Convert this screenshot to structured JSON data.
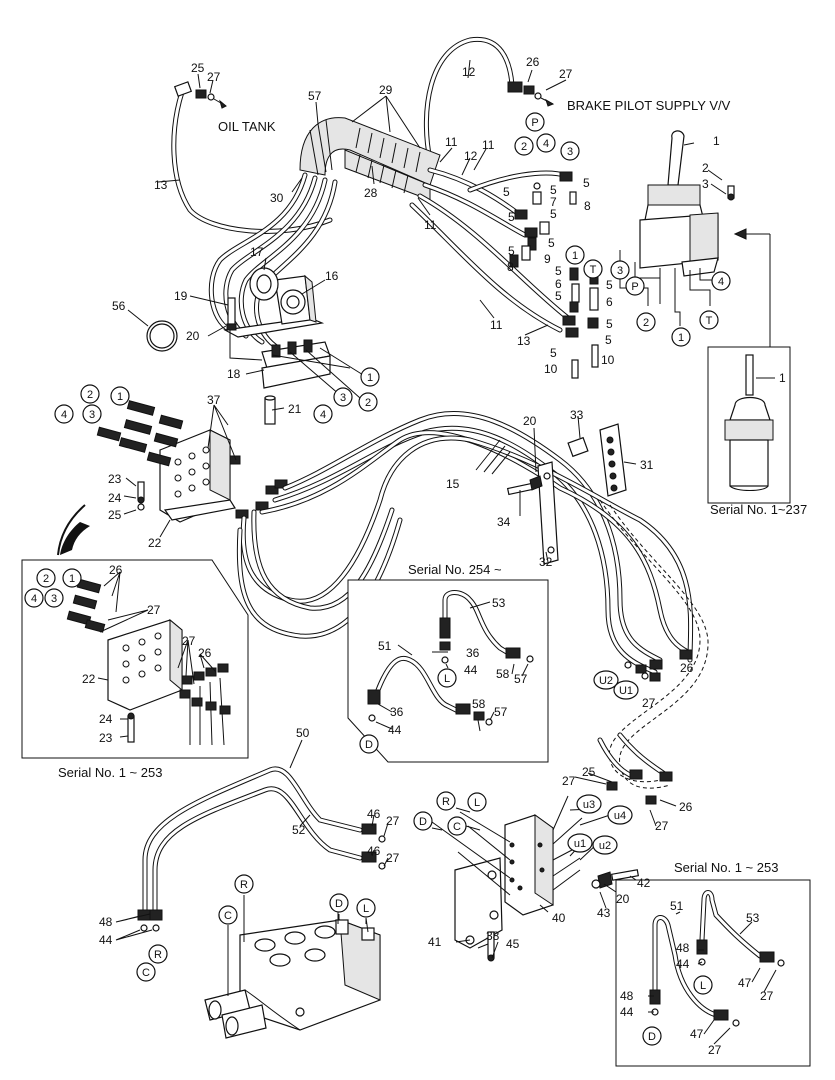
{
  "labels": {
    "oil_tank": "OIL TANK",
    "brake_pilot": "BRAKE PILOT SUPPLY V/V",
    "serial_1_237": "Serial No. 1~237",
    "serial_1_253_left": "Serial No. 1 ~ 253",
    "serial_254": "Serial No. 254 ~",
    "serial_1_253_right": "Serial No. 1 ~ 253"
  },
  "callouts": {
    "n1": "1",
    "n2": "2",
    "n3": "3",
    "n4": "4",
    "n5": "5",
    "n6": "6",
    "n7": "7",
    "n8": "8",
    "n9": "9",
    "n10": "10",
    "n11": "11",
    "n12": "12",
    "n13": "13",
    "n15": "15",
    "n16": "16",
    "n17": "17",
    "n18": "18",
    "n19": "19",
    "n20": "20",
    "n21": "21",
    "n22": "22",
    "n23": "23",
    "n24": "24",
    "n25": "25",
    "n26": "26",
    "n27": "27",
    "n28": "28",
    "n29": "29",
    "n30": "30",
    "n31": "31",
    "n32": "32",
    "n33": "33",
    "n34": "34",
    "n36": "36",
    "n37": "37",
    "n38": "38",
    "n40": "40",
    "n41": "41",
    "n42": "42",
    "n43": "43",
    "n44": "44",
    "n45": "45",
    "n46": "46",
    "n47": "47",
    "n48": "48",
    "n50": "50",
    "n51": "51",
    "n52": "52",
    "n53": "53",
    "n56": "56",
    "n57": "57",
    "n58": "58"
  },
  "ports": {
    "p1": "1",
    "p2": "2",
    "p3": "3",
    "p4": "4",
    "P": "P",
    "T": "T",
    "R": "R",
    "D": "D",
    "C": "C",
    "L": "L",
    "U1": "U1",
    "U2": "U2",
    "u1": "u1",
    "u2": "u2",
    "u3": "u3",
    "u4": "u4"
  }
}
